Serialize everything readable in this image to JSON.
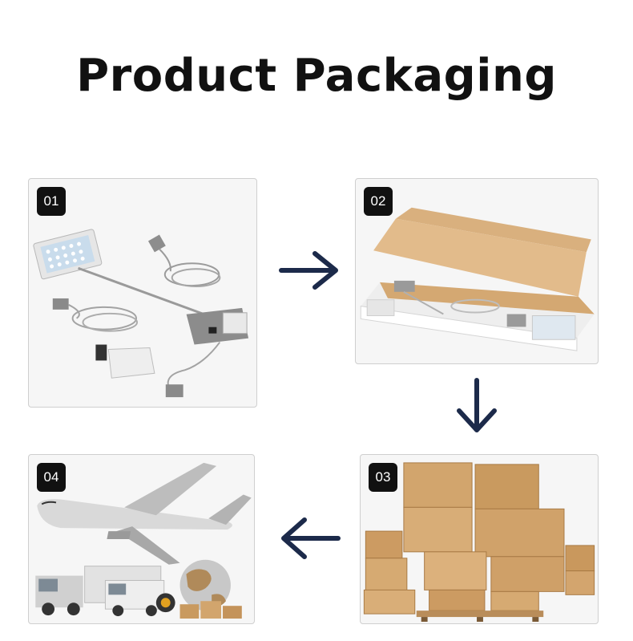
{
  "title": "Product Packaging",
  "steps": [
    {
      "number": "01"
    },
    {
      "number": "02"
    },
    {
      "number": "03"
    },
    {
      "number": "04"
    }
  ],
  "colors": {
    "arrow": "#1c2a4a",
    "badge": "#111111",
    "cardboard": "#c99a63"
  },
  "icons": {
    "right_arrow": "arrow-right-icon",
    "down_arrow": "arrow-down-icon",
    "left_arrow": "arrow-left-icon"
  }
}
